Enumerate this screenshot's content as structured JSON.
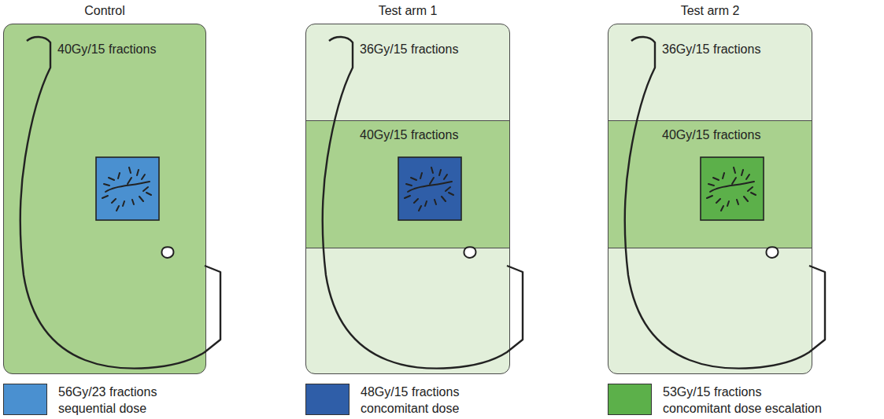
{
  "diagram": {
    "nodes": [
      {
        "text": [
          "Control",
          "40Gy/15 fractions"
        ]
      },
      {
        "text": [
          "Test arm 1",
          "36Gy/15 fractions"
        ]
      },
      {
        "text": [
          "40Gy/15 fractions"
        ],
        "in": 1
      },
      {
        "text": [
          "Test arm 2",
          "36Gy/15 fractions"
        ]
      },
      {
        "text": [
          "40Gy/15 fractions"
        ],
        "in": 3
      }
    ],
    "legend": [
      {
        "text": "56Gy/23 fractions sequential dose",
        "color": "#4a90d0"
      },
      {
        "text": "48Gy/15 fractions concomitant dose",
        "color": "#2f5ea8"
      },
      {
        "text": "53Gy/15 fractions concomitant dose escalation",
        "color": "#5cb04a"
      }
    ]
  }
}
